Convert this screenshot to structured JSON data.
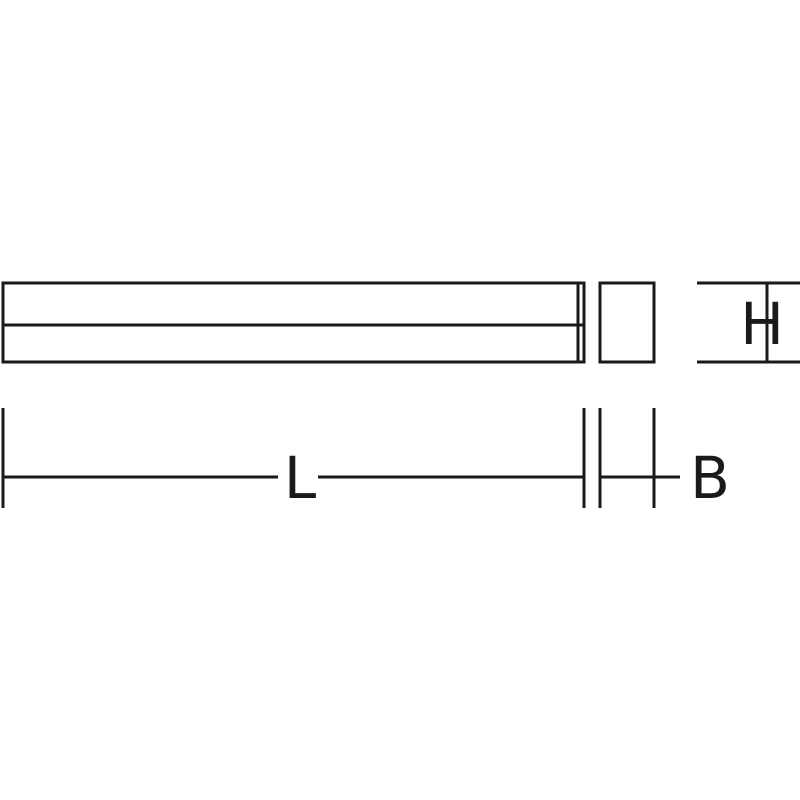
{
  "diagram": {
    "labels": {
      "length": "L",
      "width": "B",
      "height": "H"
    },
    "colors": {
      "line": "#1a1a1a",
      "background": "#ffffff"
    }
  }
}
